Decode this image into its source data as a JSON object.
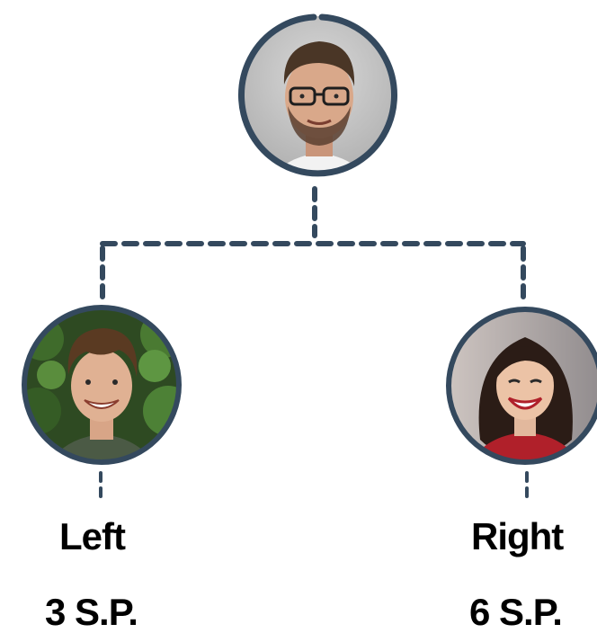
{
  "colors": {
    "connector": "#34495e",
    "ring": "#34495e",
    "label": "#000000"
  },
  "nodes": {
    "top": {
      "icon": "person-avatar-man-glasses"
    },
    "left": {
      "icon": "person-avatar-young-man",
      "name": "Left",
      "score": "3 S.P."
    },
    "right": {
      "icon": "person-avatar-smiling-woman",
      "name": "Right",
      "score": "6 S.P."
    }
  }
}
